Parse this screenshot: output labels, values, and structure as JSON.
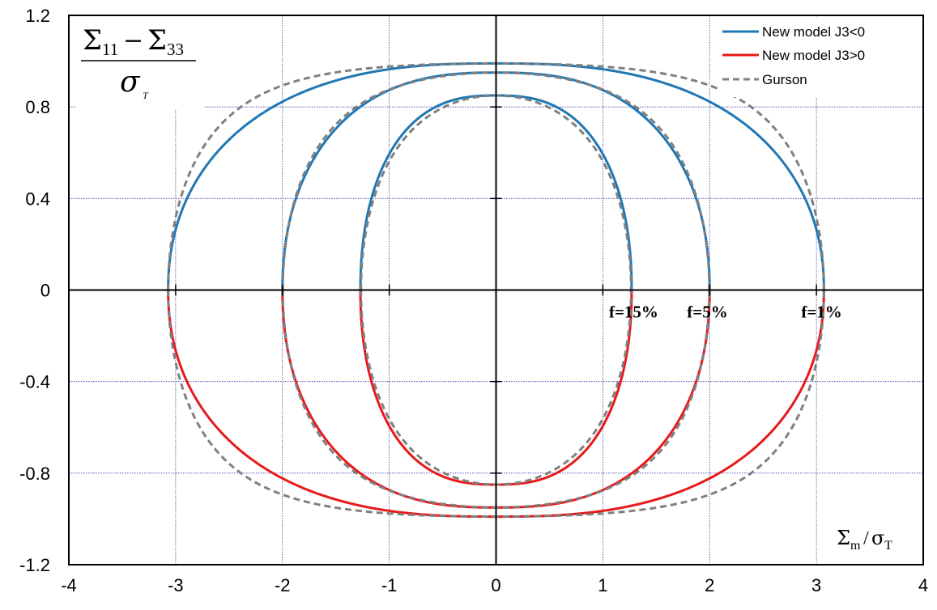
{
  "chart_data": {
    "type": "line",
    "title": "",
    "ylabel": {
      "numerator": "Σ",
      "numerator_sub1": "11",
      "minus": "−",
      "numerator_sub2": "33",
      "denominator": "σ",
      "denominator_sub": "T"
    },
    "xlabel": {
      "main": "Σ",
      "sub1": "m",
      "slash": "/",
      "sigma": "σ",
      "sub2": "T"
    },
    "xlim": [
      -4,
      4
    ],
    "ylim": [
      -1.2,
      1.2
    ],
    "x_ticks": [
      -4,
      -3,
      -2,
      -1,
      0,
      1,
      2,
      3,
      4
    ],
    "y_ticks": [
      -1.2,
      -0.8,
      -0.4,
      0,
      0.4,
      0.8,
      1.2
    ],
    "x_tick_labels": [
      "-4",
      "-3",
      "-2",
      "-1",
      "0",
      "1",
      "2",
      "3",
      "4"
    ],
    "y_tick_labels": [
      "-1.2",
      "-0.8",
      "-0.4",
      "0",
      "0.4",
      "0.8",
      "1.2"
    ],
    "grid": true,
    "legend_position": "top-right",
    "colors": {
      "j3_neg": "#1f77b4",
      "j3_pos": "#e8191a",
      "gurson": "#808080",
      "grid": "#3b3bb0",
      "axis": "#000000"
    },
    "legend": [
      {
        "label": "New model J3<0",
        "color": "#1f77b4",
        "style": "solid"
      },
      {
        "label": "New model J3>0",
        "color": "#e8191a",
        "style": "solid"
      },
      {
        "label": "Gurson",
        "color": "#808080",
        "style": "dashed"
      }
    ],
    "curves": [
      {
        "label": "f=1%",
        "porosity": 0.01,
        "x_intercept": 3.07,
        "y_max": 0.99
      },
      {
        "label": "f=5%",
        "porosity": 0.05,
        "x_intercept": 2.0,
        "y_max": 0.95
      },
      {
        "label": "f=15%",
        "porosity": 0.15,
        "x_intercept": 1.27,
        "y_max": 0.85
      }
    ],
    "series": [
      {
        "name": "New model J3<0",
        "branch": "upper"
      },
      {
        "name": "New model J3>0",
        "branch": "lower"
      },
      {
        "name": "Gurson",
        "branch": "both"
      }
    ]
  }
}
